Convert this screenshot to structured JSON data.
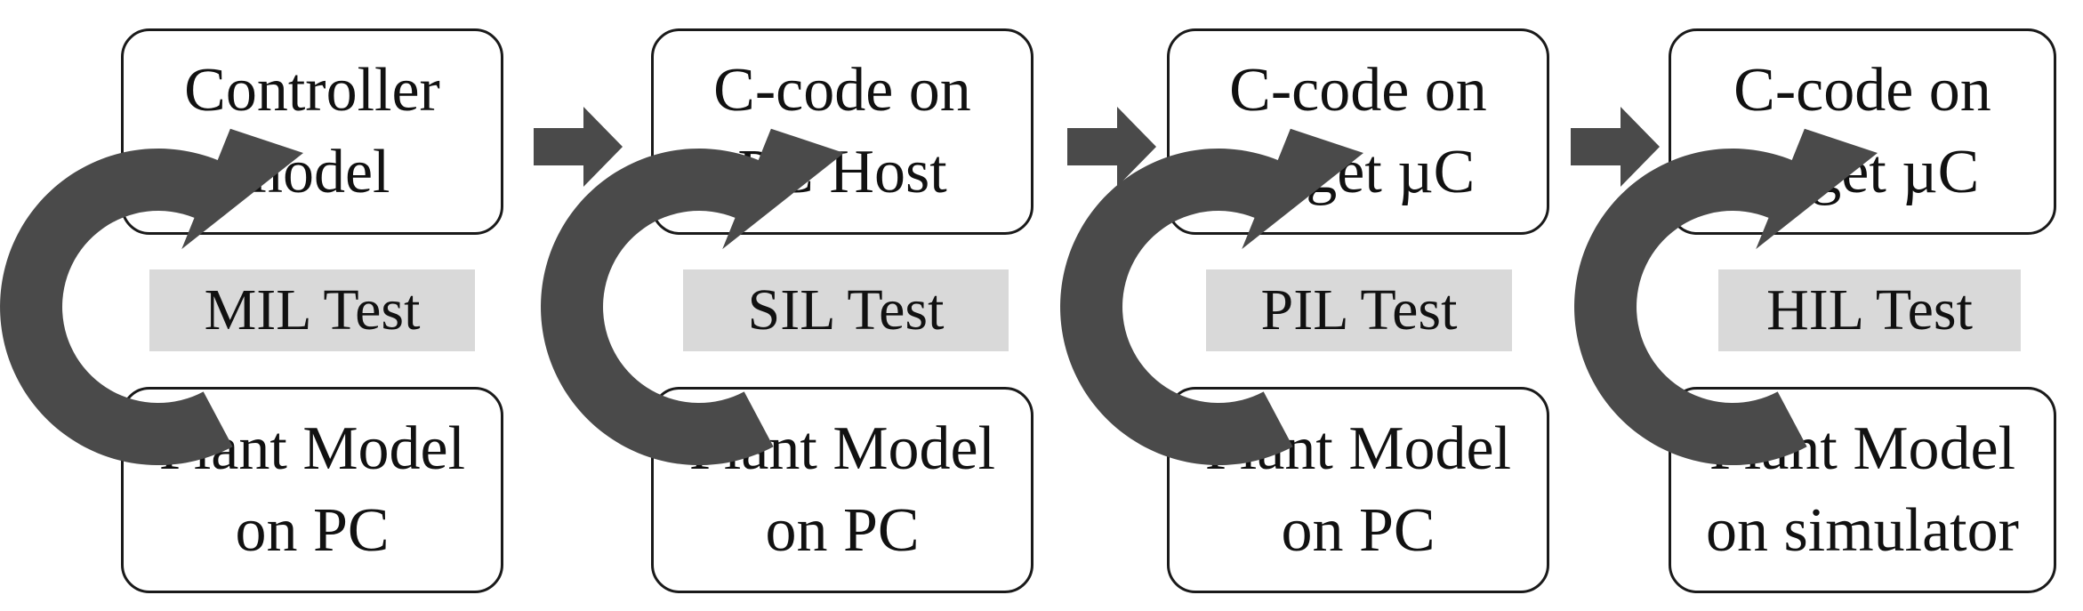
{
  "diagram": {
    "colors": {
      "arrow": "#4a4a4a",
      "label_background": "#d9d9d9",
      "border": "#1a1a1a"
    },
    "stages": [
      {
        "top_box": [
          "Controller",
          "model"
        ],
        "test": "MIL Test",
        "bottom_box": [
          "Plant Model",
          "on PC"
        ]
      },
      {
        "top_box": [
          "C-code on",
          "PC Host"
        ],
        "test": "SIL Test",
        "bottom_box": [
          "Plant Model",
          "on PC"
        ]
      },
      {
        "top_box": [
          "C-code on",
          "target µC"
        ],
        "test": "PIL Test",
        "bottom_box": [
          "Plant Model",
          "on PC"
        ]
      },
      {
        "top_box": [
          "C-code on",
          "target µC"
        ],
        "test": "HIL Test",
        "bottom_box": [
          "Plant Model",
          "on simulator"
        ]
      }
    ]
  }
}
